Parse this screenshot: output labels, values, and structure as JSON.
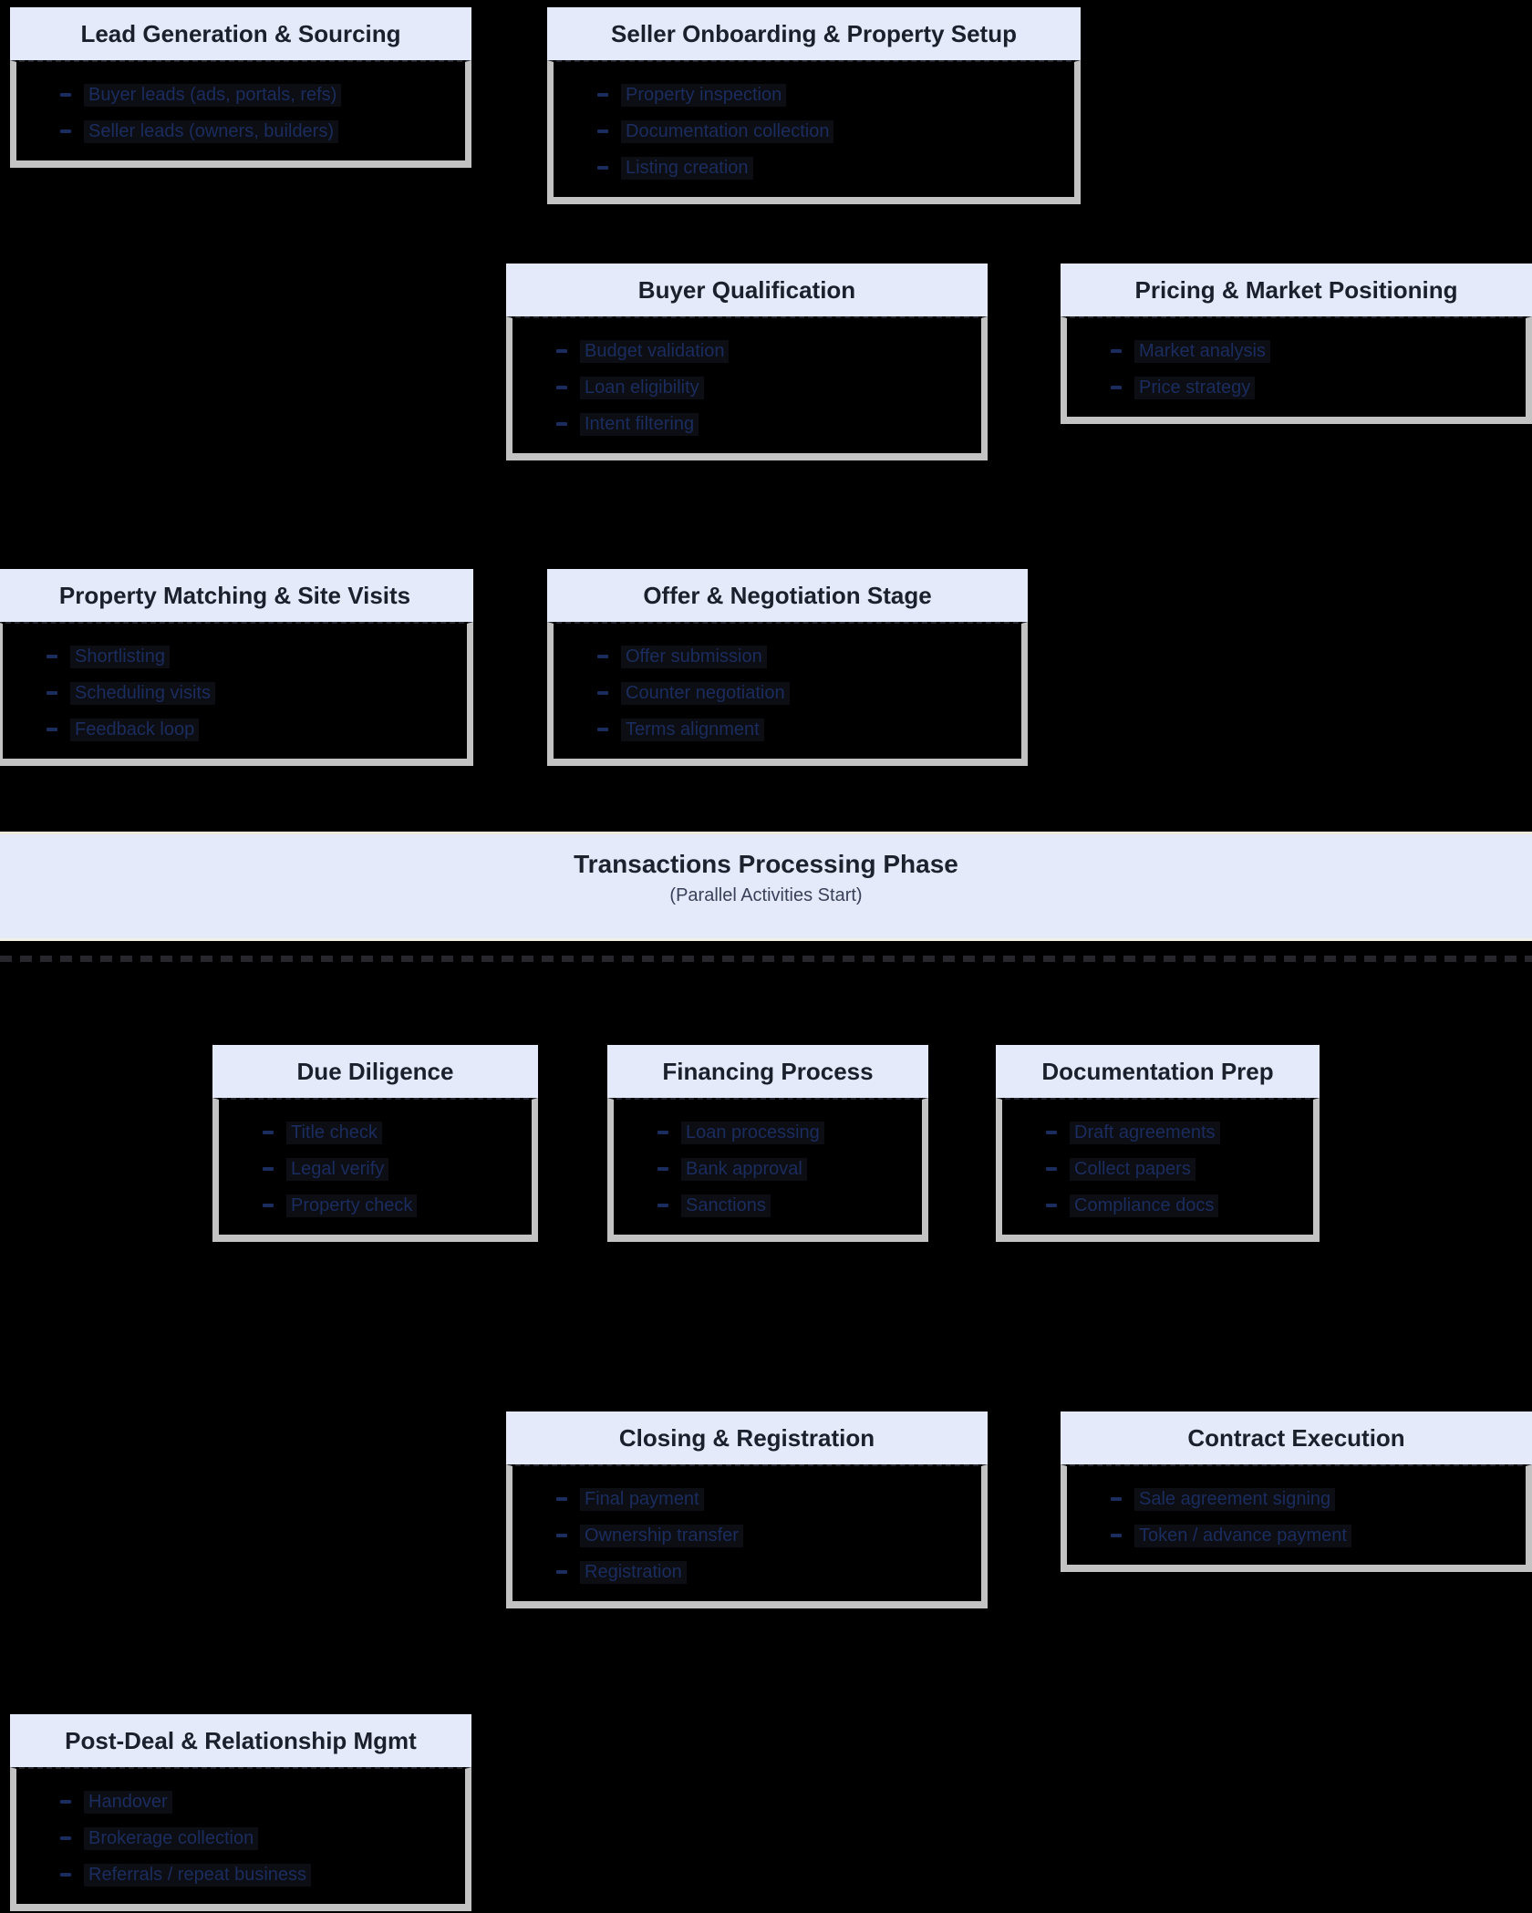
{
  "diagram": {
    "background": "#000000",
    "header_bg": "#e4eaf9",
    "header_text_color": "#1b202c",
    "item_text_color": "#1b2c5e",
    "shadow_color": "#c3c3c3"
  },
  "nodes": [
    {
      "id": "lead-generation",
      "title": "Lead Generation & Sourcing",
      "items": [
        "Buyer leads (ads, portals, refs)",
        "Seller leads (owners, builders)"
      ]
    },
    {
      "id": "seller-onboarding",
      "title": "Seller Onboarding & Property Setup",
      "items": [
        "Property inspection",
        "Documentation collection",
        "Listing creation"
      ]
    },
    {
      "id": "buyer-qualification",
      "title": "Buyer Qualification",
      "items": [
        "Budget validation",
        "Loan eligibility",
        "Intent filtering"
      ]
    },
    {
      "id": "pricing-market-positioning",
      "title": "Pricing & Market Positioning",
      "items": [
        "Market analysis",
        "Price strategy"
      ]
    },
    {
      "id": "property-matching",
      "title": "Property Matching & Site Visits",
      "items": [
        "Shortlisting",
        "Scheduling visits",
        "Feedback loop"
      ]
    },
    {
      "id": "offer-negotiation",
      "title": "Offer & Negotiation Stage",
      "items": [
        "Offer submission",
        "Counter negotiation",
        "Terms alignment"
      ]
    },
    {
      "id": "due-diligence",
      "title": "Due Diligence",
      "items": [
        "Title check",
        "Legal verify",
        "Property check"
      ]
    },
    {
      "id": "financing-process",
      "title": "Financing Process",
      "items": [
        "Loan processing",
        "Bank approval",
        "Sanctions"
      ]
    },
    {
      "id": "documentation-prep",
      "title": "Documentation Prep",
      "items": [
        "Draft agreements",
        "Collect papers",
        "Compliance docs"
      ]
    },
    {
      "id": "closing-registration",
      "title": "Closing & Registration",
      "items": [
        "Final payment",
        "Ownership transfer",
        "Registration"
      ]
    },
    {
      "id": "contract-execution",
      "title": "Contract Execution",
      "items": [
        "Sale agreement signing",
        "Token / advance payment"
      ]
    },
    {
      "id": "post-deal",
      "title": "Post-Deal & Relationship Mgmt",
      "items": [
        "Handover",
        "Brokerage collection",
        "Referrals / repeat business"
      ]
    }
  ],
  "band": {
    "title": "Transactions Processing Phase",
    "subtitle": "(Parallel Activities Start)"
  }
}
